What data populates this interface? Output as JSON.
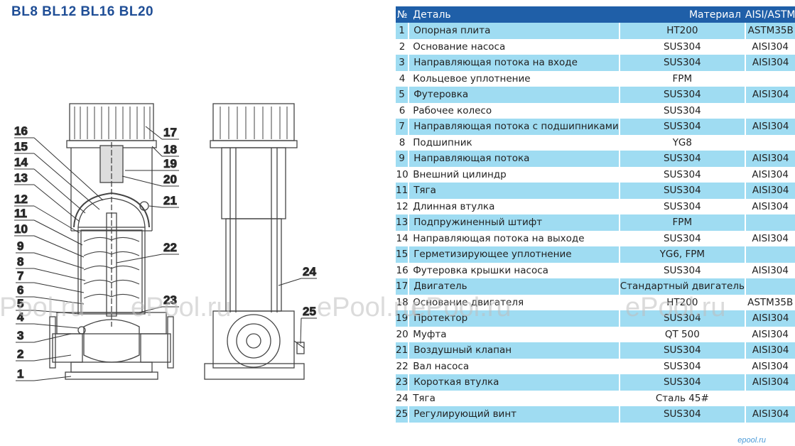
{
  "title": "BL8 BL12 BL16 BL20",
  "callouts_left": [
    "16",
    "15",
    "14",
    "13",
    "12",
    "11",
    "10",
    "9",
    "8",
    "7",
    "6",
    "5",
    "4",
    "3",
    "2",
    "1"
  ],
  "callouts_right": [
    "17",
    "18",
    "19",
    "20",
    "21",
    "22",
    "23"
  ],
  "callouts_side": [
    "24",
    "25"
  ],
  "table": {
    "headers": {
      "num": "№",
      "part": "Деталь",
      "material": "Материал",
      "aisi": "AISI/ASTM"
    },
    "rows": [
      {
        "num": "1",
        "part": "Опорная плита",
        "material": "HT200",
        "aisi": "ASTM35B"
      },
      {
        "num": "2",
        "part": "Основание насоса",
        "material": "SUS304",
        "aisi": "AISI304"
      },
      {
        "num": "3",
        "part": "Направляющая потока на входе",
        "material": "SUS304",
        "aisi": "AISI304"
      },
      {
        "num": "4",
        "part": "Кольцевое уплотнение",
        "material": "FPM",
        "aisi": ""
      },
      {
        "num": "5",
        "part": "Футеровка",
        "material": "SUS304",
        "aisi": "AISI304"
      },
      {
        "num": "6",
        "part": "Рабочее колесо",
        "material": "SUS304",
        "aisi": ""
      },
      {
        "num": "7",
        "part": "Направляющая потока с подшипниками",
        "material": "SUS304",
        "aisi": "AISI304"
      },
      {
        "num": "8",
        "part": "Подшипник",
        "material": "YG8",
        "aisi": ""
      },
      {
        "num": "9",
        "part": "Направляющая потока",
        "material": "SUS304",
        "aisi": "AISI304"
      },
      {
        "num": "10",
        "part": "Внешний цилиндр",
        "material": "SUS304",
        "aisi": "AISI304"
      },
      {
        "num": "11",
        "part": "Тяга",
        "material": "SUS304",
        "aisi": "AISI304"
      },
      {
        "num": "12",
        "part": "Длинная втулка",
        "material": "SUS304",
        "aisi": "AISI304"
      },
      {
        "num": "13",
        "part": "Подпружиненный штифт",
        "material": "FPM",
        "aisi": ""
      },
      {
        "num": "14",
        "part": "Направляющая потока на выходе",
        "material": "SUS304",
        "aisi": "AISI304"
      },
      {
        "num": "15",
        "part": "Герметизирующее уплотнение",
        "material": "YG6, FPM",
        "aisi": ""
      },
      {
        "num": "16",
        "part": "Футеровка крышки насоса",
        "material": "SUS304",
        "aisi": "AISI304"
      },
      {
        "num": "17",
        "part": "Двигатель",
        "material": "Стандартный двигатель",
        "aisi": ""
      },
      {
        "num": "18",
        "part": "Основание двигателя",
        "material": "HT200",
        "aisi": "ASTM35B"
      },
      {
        "num": "19",
        "part": "Протектор",
        "material": "SUS304",
        "aisi": "AISI304"
      },
      {
        "num": "20",
        "part": "Муфта",
        "material": "QT 500",
        "aisi": "AISI304"
      },
      {
        "num": "21",
        "part": "Воздушный клапан",
        "material": "SUS304",
        "aisi": "AISI304"
      },
      {
        "num": "22",
        "part": "Вал насоса",
        "material": "SUS304",
        "aisi": "AISI304"
      },
      {
        "num": "23",
        "part": "Короткая втулка",
        "material": "SUS304",
        "aisi": "AISI304"
      },
      {
        "num": "24",
        "part": "Тяга",
        "material": "Сталь 45#",
        "aisi": ""
      },
      {
        "num": "25",
        "part": "Регулирующий винт",
        "material": "SUS304",
        "aisi": "AISI304"
      }
    ]
  },
  "watermarks": [
    "ePool.ru",
    "ePool.ru",
    "ePool.ru",
    "ePool.ru",
    "ePool.ru",
    "ePool.ru",
    "ePool.ru"
  ],
  "brand": "epool.ru",
  "colors": {
    "header_bg": "#1f5fa8",
    "row_highlight": "#9fdcf2",
    "title": "#1f4e96"
  }
}
